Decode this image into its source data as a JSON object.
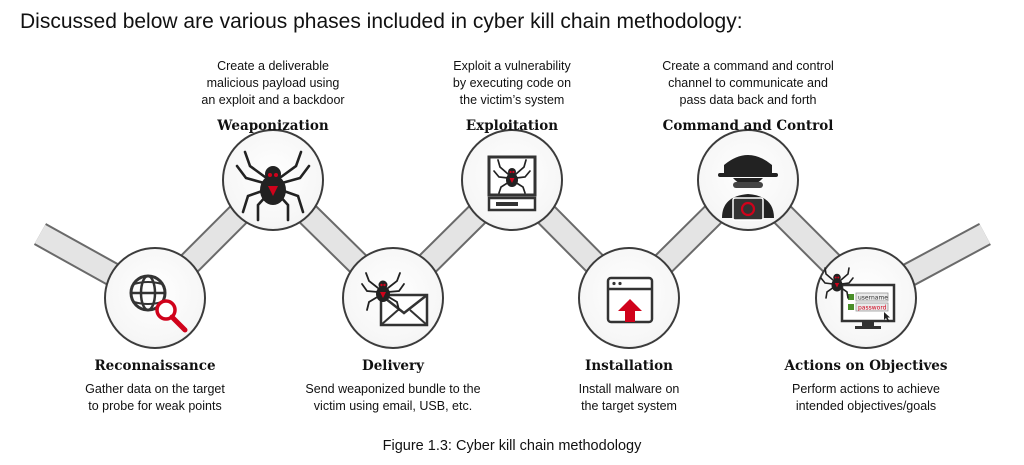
{
  "heading": "Discussed below are various phases included in cyber kill chain methodology:",
  "caption": "Figure 1.3: Cyber kill chain methodology",
  "colors": {
    "accent": "#d0021b",
    "dark": "#222222",
    "band": "#e4e4e4"
  },
  "phases": [
    {
      "title": "Reconnaissance",
      "desc": [
        "Gather data on the target",
        "to probe for weak points"
      ],
      "icon": "globe-magnifier-icon"
    },
    {
      "title": "Weaponization",
      "desc": [
        "Create a deliverable",
        "malicious payload using",
        "an exploit and a backdoor"
      ],
      "icon": "spider-icon"
    },
    {
      "title": "Delivery",
      "desc": [
        "Send weaponized bundle to the",
        "victim using email, USB, etc."
      ],
      "icon": "spider-envelope-icon"
    },
    {
      "title": "Exploitation",
      "desc": [
        "Exploit a vulnerability",
        "by executing code on",
        "the victim’s system"
      ],
      "icon": "spider-computer-icon"
    },
    {
      "title": "Installation",
      "desc": [
        "Install malware on",
        "the target system"
      ],
      "icon": "upload-window-icon"
    },
    {
      "title": "Command and Control",
      "desc": [
        "Create a command and control",
        "channel to communicate and",
        "pass data back and forth"
      ],
      "icon": "hacker-icon"
    },
    {
      "title": "Actions on Objectives",
      "desc": [
        "Perform actions to achieve",
        "intended objectives/goals"
      ],
      "icon": "credentials-screen-icon"
    }
  ],
  "login_labels": {
    "username": "username",
    "password": "password"
  }
}
